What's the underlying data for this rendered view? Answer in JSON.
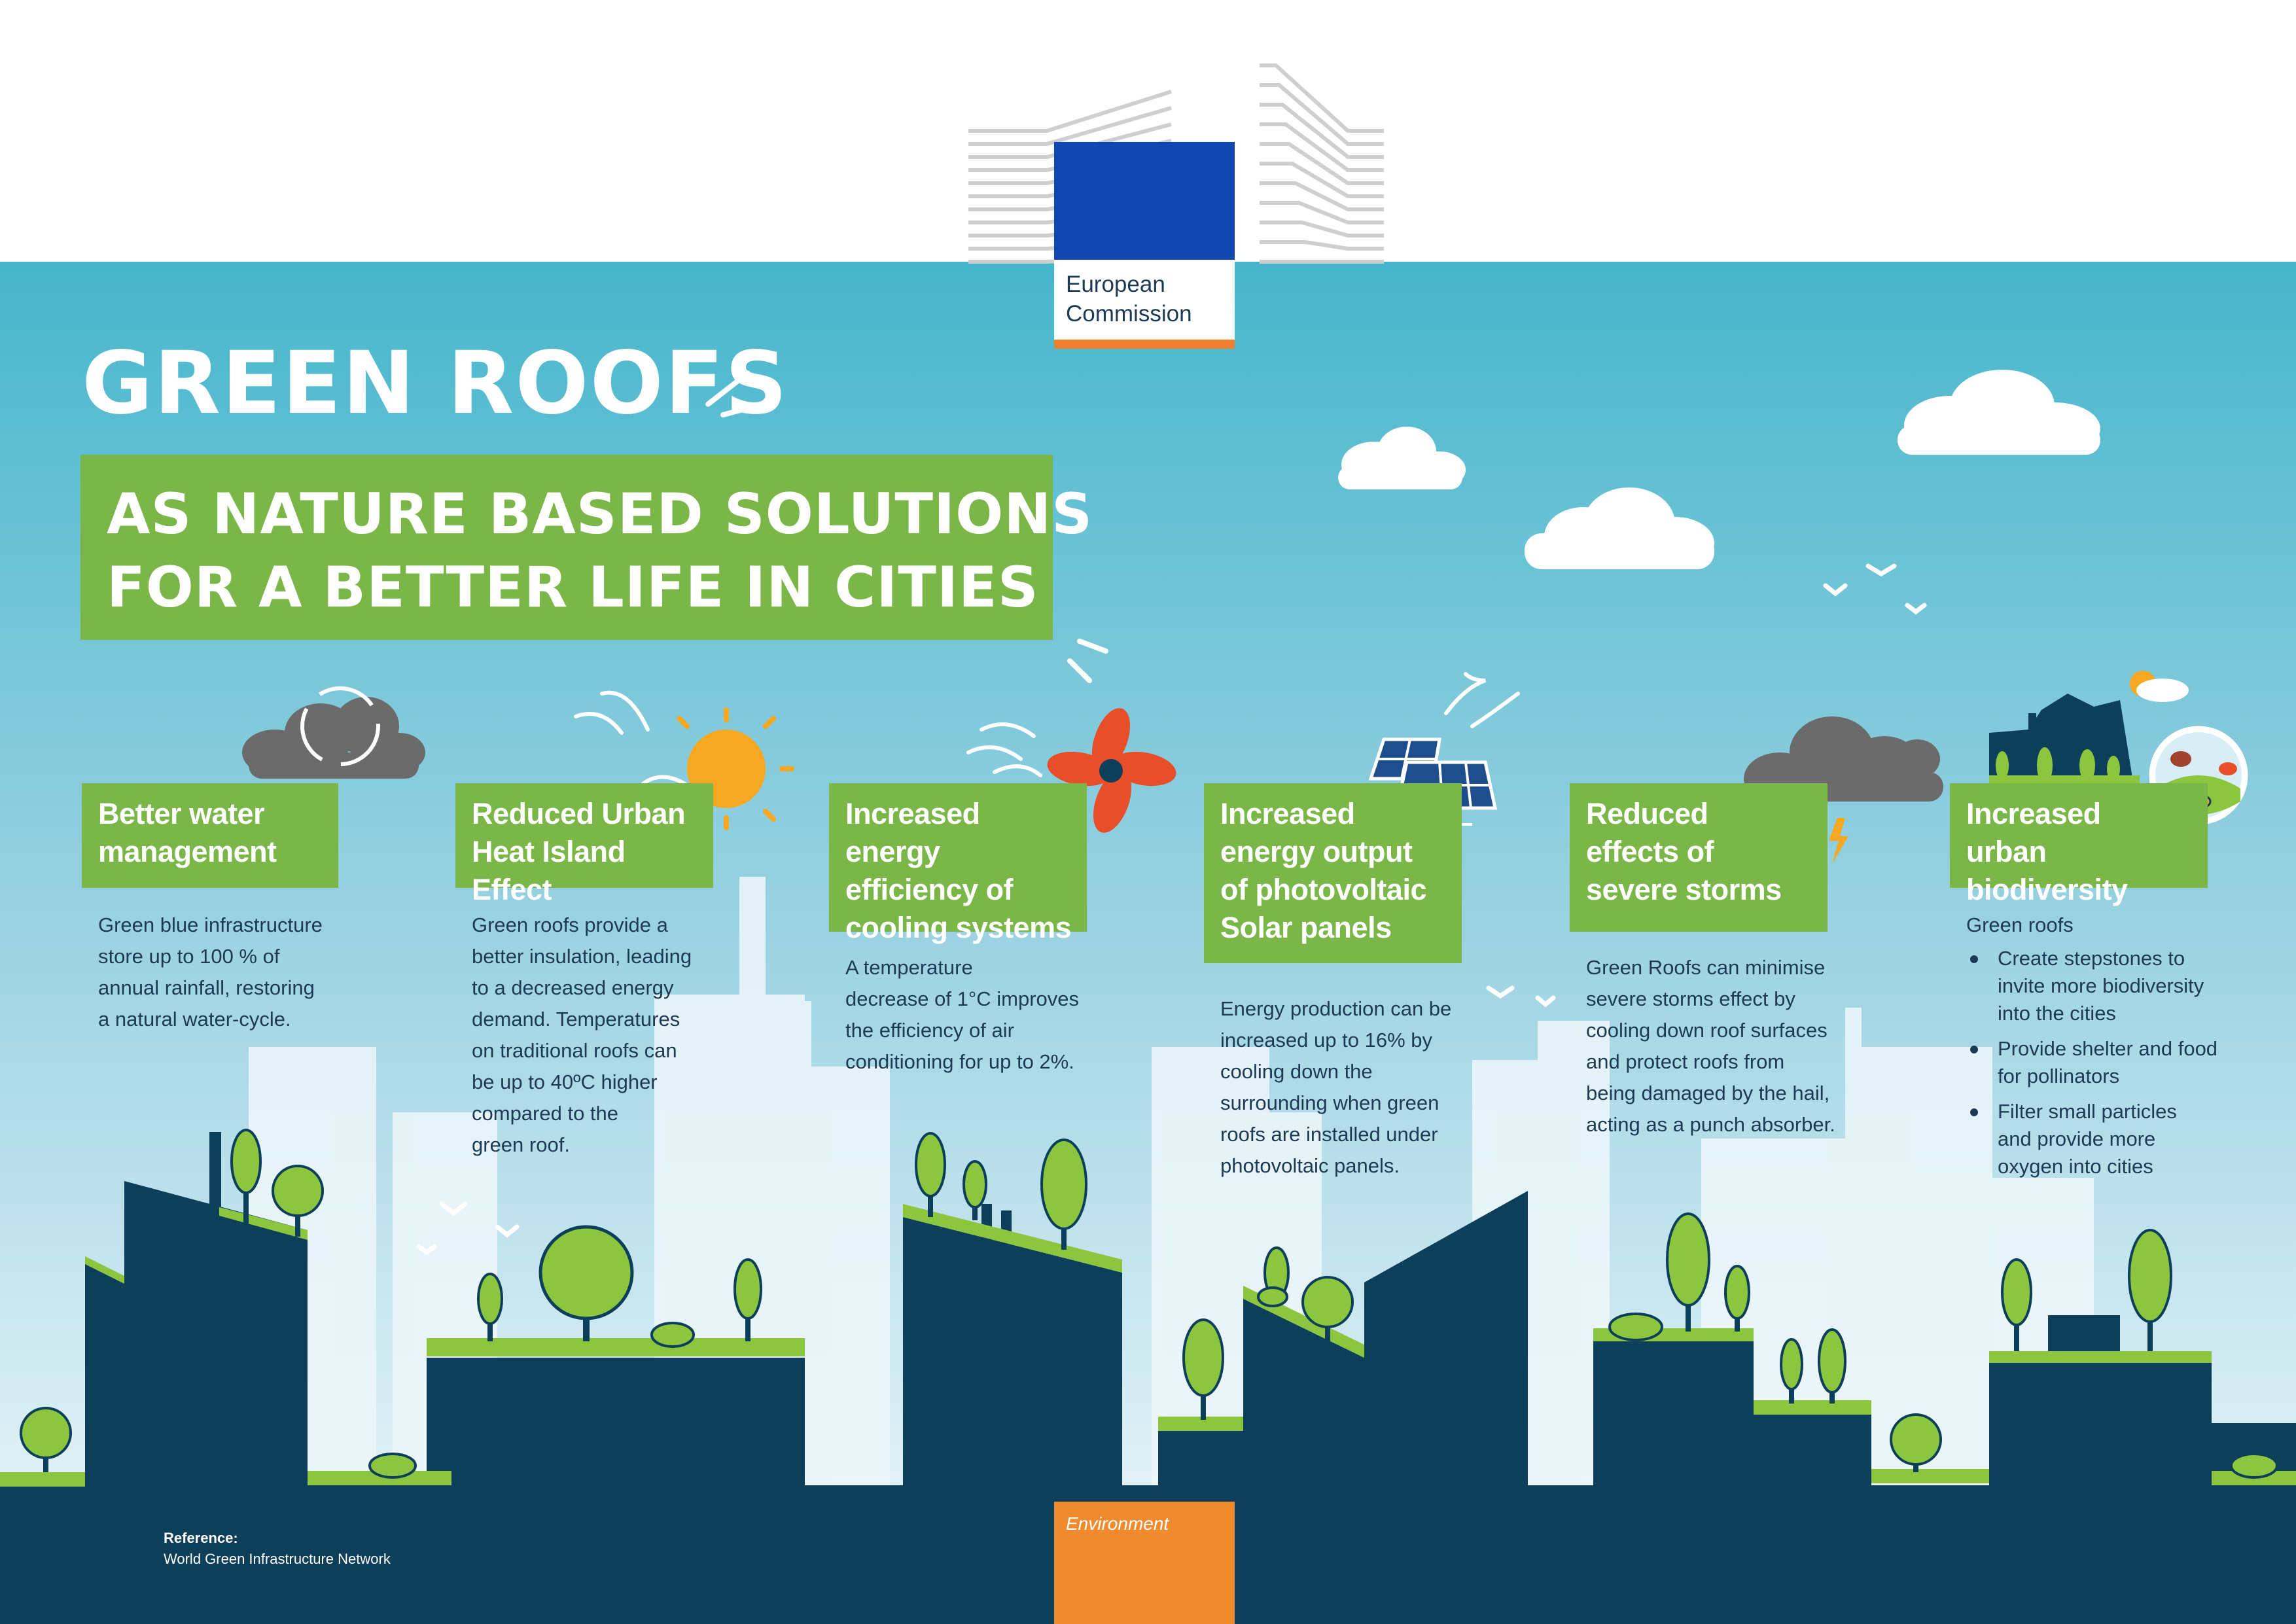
{
  "title": "GREEN ROOFS",
  "subtitle_lines": [
    "AS NATURE BASED SOLUTIONS",
    "FOR A BETTER LIFE IN CITIES"
  ],
  "logo": {
    "org_lines": [
      "European",
      "Commission"
    ],
    "flag_color": "#0f47af",
    "star_color": "#ffdd00",
    "bar_color": "#f07f2e"
  },
  "colors": {
    "sky_top": "#46b6cc",
    "sky_bottom": "#d9eef4",
    "accent_green": "#7ab648",
    "tree_green": "#8cc63f",
    "navy": "#0d3f5a",
    "body_text": "#1d3a55",
    "orange": "#f08a2e",
    "cloud_gray": "#6b6b6b",
    "sun_orange": "#f7a823",
    "fan_red": "#e84e2a",
    "lightning": "#f7a823",
    "panel_blue": "#1f4e8c"
  },
  "cards": [
    {
      "id": "water",
      "icon": "rain-cloud-icon",
      "title_lines": [
        "Better water",
        "management"
      ],
      "body_lines": [
        "Green blue infrastructure",
        "store up to 100 % of",
        "annual rainfall, restoring",
        "a natural water-cycle."
      ]
    },
    {
      "id": "heat",
      "icon": "sun-icon",
      "title_lines": [
        "Reduced Urban",
        "Heat Island Effect"
      ],
      "body_lines": [
        "Green roofs provide a",
        "better insulation, leading",
        "to a decreased energy",
        "demand. Temperatures",
        "on traditional roofs can",
        "be up to 40ºC higher",
        "compared to the",
        "green roof."
      ]
    },
    {
      "id": "cooling",
      "icon": "fan-icon",
      "title_lines": [
        "Increased energy",
        "efficiency of",
        "cooling systems"
      ],
      "body_lines": [
        "A temperature",
        "decrease of 1°C improves",
        "the efficiency of air",
        "conditioning for up to 2%."
      ]
    },
    {
      "id": "solar",
      "icon": "solar-panel-icon",
      "title_lines": [
        "Increased",
        "energy output",
        "of photovoltaic",
        "Solar panels"
      ],
      "body_lines": [
        "Energy production can be",
        "increased up to 16% by",
        "cooling down the",
        "surrounding when green",
        "roofs are installed under",
        "photovoltaic panels."
      ]
    },
    {
      "id": "storms",
      "icon": "storm-cloud-icon",
      "title_lines": [
        "Reduced",
        "effects of",
        "severe storms"
      ],
      "body_lines": [
        "Green Roofs can minimise",
        "severe storms effect by",
        "cooling down roof surfaces",
        "and protect roofs from",
        "being damaged by the hail,",
        "acting as a punch absorber."
      ]
    },
    {
      "id": "biodiversity",
      "icon": "biodiversity-icon",
      "title_lines": [
        "Increased",
        "urban biodiversity"
      ],
      "intro": "Green roofs",
      "bullets": [
        [
          "Create stepstones to",
          "invite more biodiversity",
          "into the cities"
        ],
        [
          "Provide shelter and food",
          "for pollinators"
        ],
        [
          "Filter small particles",
          "and provide more",
          "oxygen into cities"
        ]
      ]
    }
  ],
  "footer": {
    "category": "Environment",
    "reference_label": "Reference:",
    "reference_source": "World Green Infrastructure Network"
  }
}
